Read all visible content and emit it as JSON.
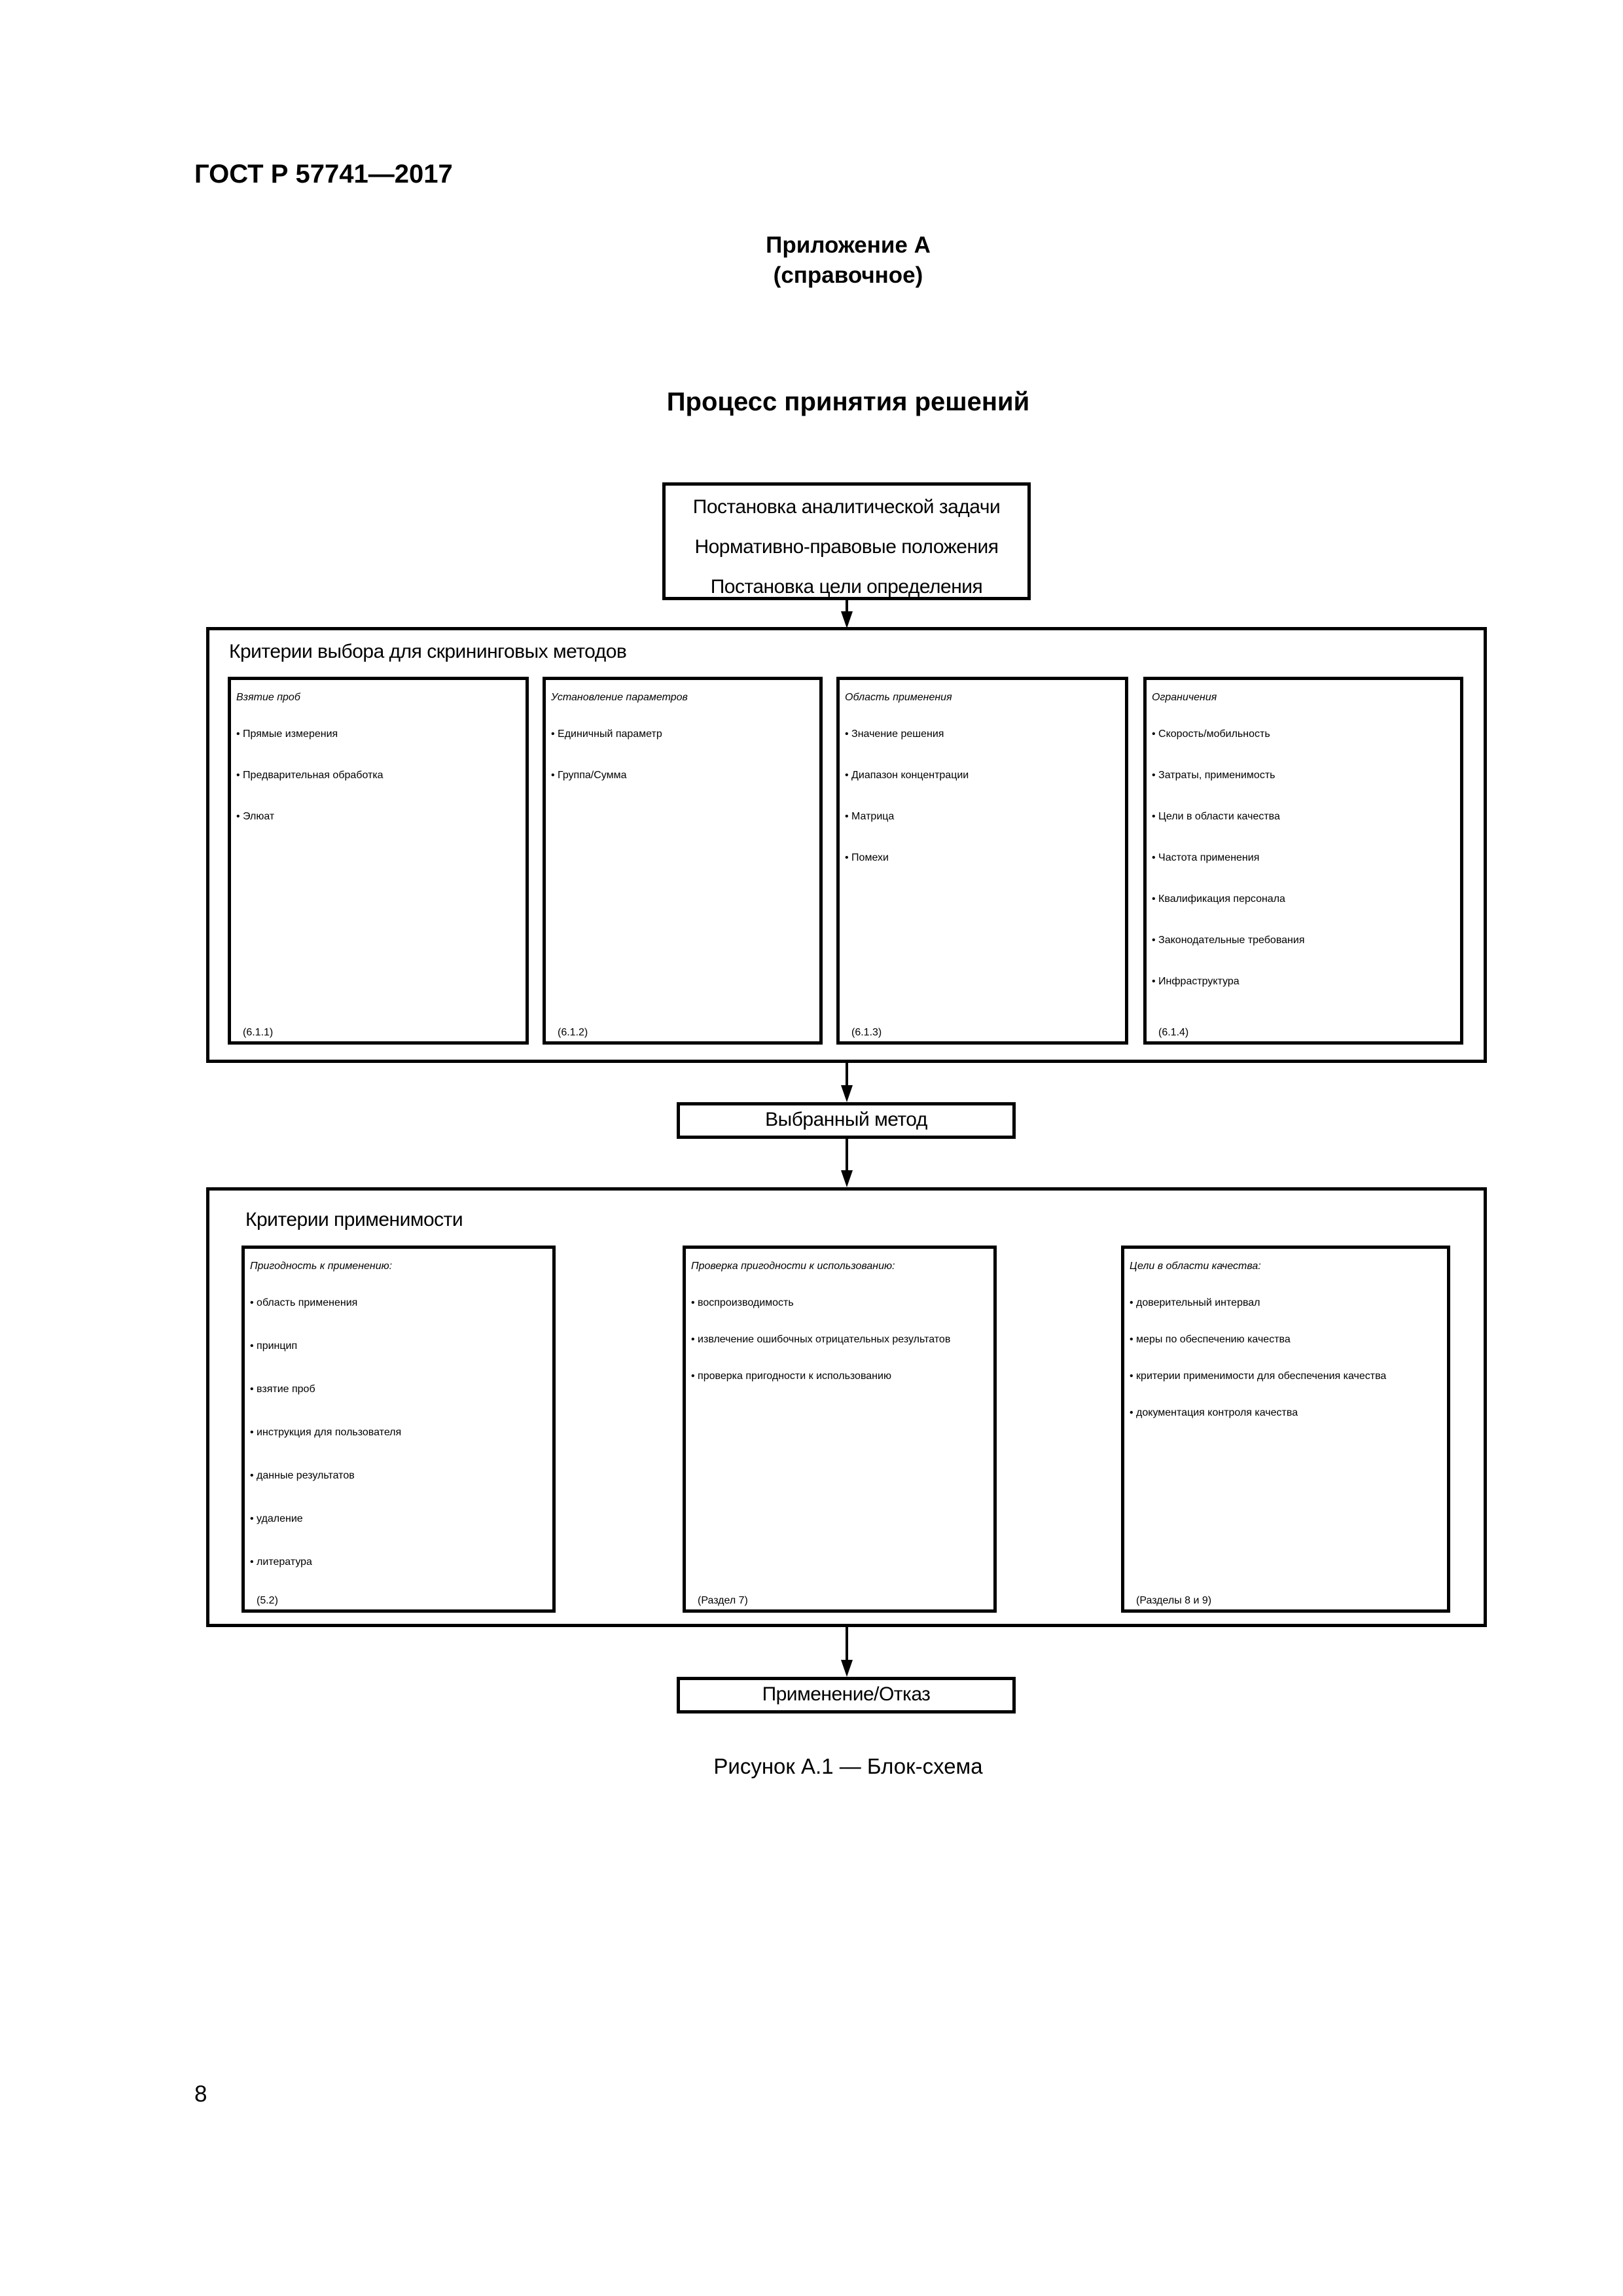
{
  "header": "ГОСТ Р 57741—2017",
  "appendix": {
    "title": "Приложение А",
    "subtitle": "(справочное)"
  },
  "figure_title": "Процесс принятия решений",
  "top_box": [
    "Постановка аналитической задачи",
    "Нормативно-правовые положения",
    "Постановка цели определения"
  ],
  "selection": {
    "label": "Критерии выбора для скрининговых методов",
    "columns": [
      {
        "heading": "Взятие проб",
        "items": [
          "Прямые измерения",
          "Предварительная обработка",
          "Элюат"
        ],
        "ref": "(6.1.1)"
      },
      {
        "heading": "Установление параметров",
        "items": [
          "Единичный параметр",
          "Группа/Сумма"
        ],
        "ref": "(6.1.2)"
      },
      {
        "heading": "Область применения",
        "items": [
          "Значение решения",
          "Диапазон концентрации",
          "Матрица",
          "Помехи"
        ],
        "ref": "(6.1.3)"
      },
      {
        "heading": "Ограничения",
        "items": [
          "Скорость/мобильность",
          "Затраты, применимость",
          "Цели в области качества",
          "Частота применения",
          "Квалификация персонала",
          "Законодательные требования",
          "Инфраструктура"
        ],
        "ref": "(6.1.4)"
      }
    ]
  },
  "selected_method": "Выбранный метод",
  "applicability": {
    "label": "Критерии применимости",
    "columns": [
      {
        "heading": "Пригодность к применению:",
        "items": [
          "область применения",
          "принцип",
          "взятие проб",
          "инструкция для пользователя",
          "данные результатов",
          "удаление",
          "литература"
        ],
        "ref": "(5.2)"
      },
      {
        "heading": "Проверка пригодности к использованию:",
        "items": [
          "воспроизводимость",
          "извлечение ошибочных отрицательных результатов",
          "проверка пригодности к использованию"
        ],
        "ref": "(Раздел 7)"
      },
      {
        "heading": "Цели в области качества:",
        "items": [
          "доверительный интервал",
          "меры по обеспечению качества",
          "критерии применимости для обеспечения качества",
          "документация контроля качества"
        ],
        "ref": "(Разделы 8 и 9)"
      }
    ]
  },
  "result": "Применение/Отказ",
  "caption": "Рисунок А.1 — Блок-схема",
  "page_number": "8"
}
